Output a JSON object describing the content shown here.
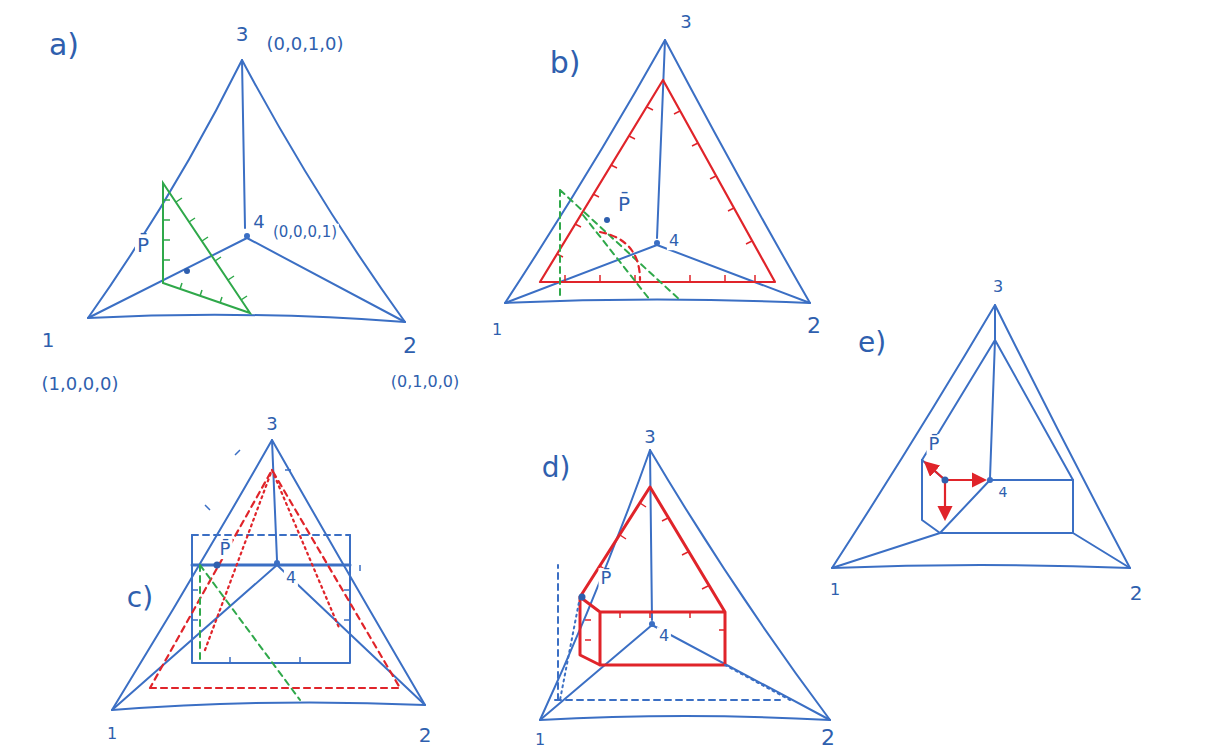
{
  "diagram": {
    "labels": [
      "a)",
      "3",
      "(0,0,1,0)",
      "4",
      "(0,0,0,1)",
      "1",
      "(1,0,0,0)",
      "2",
      "(0,1,0,0)",
      "P̄",
      "b)",
      "3",
      "P̄",
      "4",
      "1",
      "2",
      "c)",
      "3",
      "P̄",
      "4",
      "1",
      "2",
      "d)",
      "3",
      "P̄",
      "4",
      "1",
      "2",
      "e)",
      "3",
      "P̄",
      "4",
      "1",
      "2"
    ]
  }
}
